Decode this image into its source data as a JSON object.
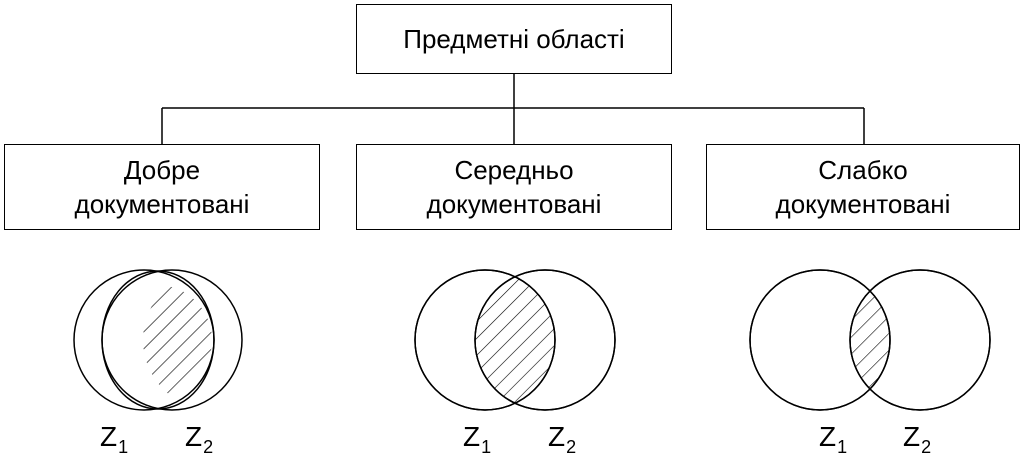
{
  "root": {
    "label": "Предметні області"
  },
  "categories": [
    {
      "label_line1": "Добре",
      "label_line2": "документовані"
    },
    {
      "label_line1": "Середньо",
      "label_line2": "документовані"
    },
    {
      "label_line1": "Слабко",
      "label_line2": "документовані"
    }
  ],
  "venn": {
    "set1": {
      "letter": "Z",
      "sub": "1"
    },
    "set2": {
      "letter": "Z",
      "sub": "2"
    }
  },
  "colors": {
    "line": "#000000",
    "background": "#ffffff"
  }
}
